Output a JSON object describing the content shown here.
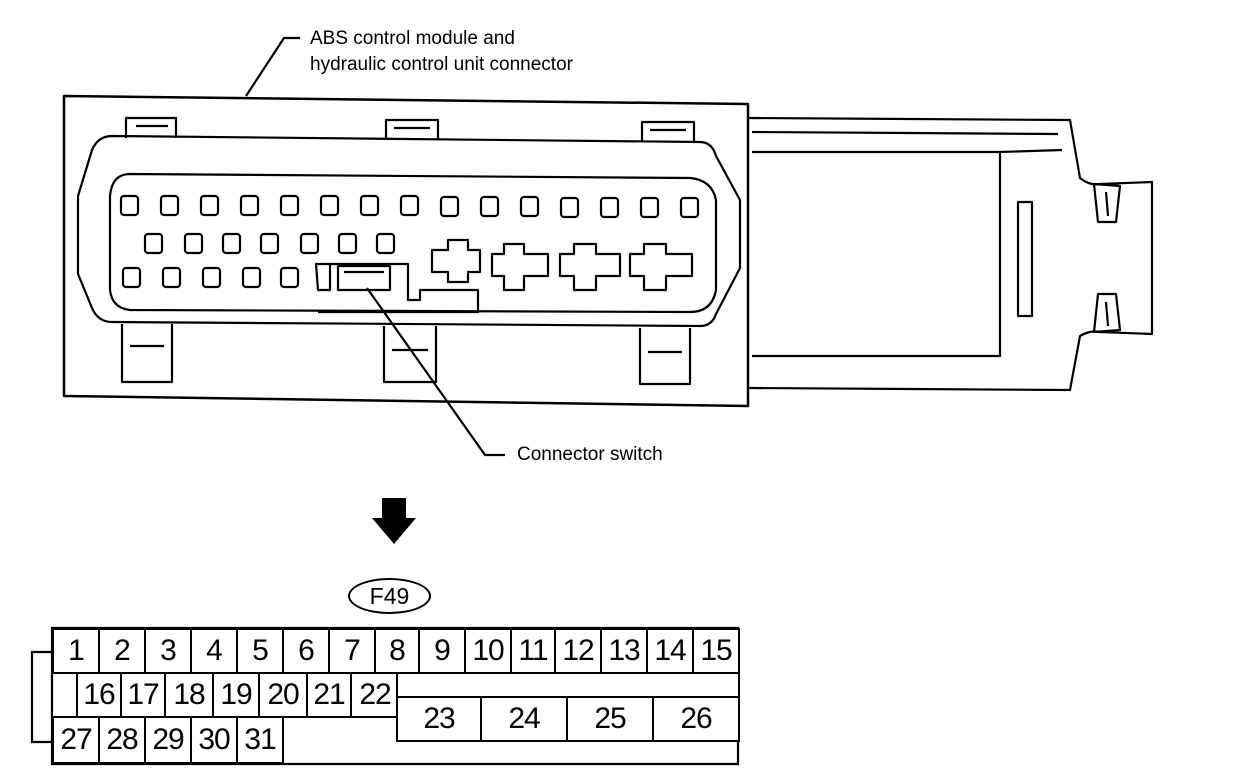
{
  "callouts": {
    "module_line1": "ABS control module and",
    "module_line2": "hydraulic control unit connector",
    "switch": "Connector switch"
  },
  "connector_id": "F49",
  "terminals": {
    "row1": [
      "1",
      "2",
      "3",
      "4",
      "5",
      "6",
      "7",
      "8",
      "9",
      "10",
      "11",
      "12",
      "13",
      "14",
      "15"
    ],
    "row2": [
      "16",
      "17",
      "18",
      "19",
      "20",
      "21",
      "22"
    ],
    "row3": [
      "27",
      "28",
      "29",
      "30",
      "31"
    ],
    "large": [
      "23",
      "24",
      "25",
      "26"
    ]
  },
  "colors": {
    "line": "#000000",
    "background": "#ffffff"
  },
  "icons": {
    "arrow": "down-arrow-icon"
  }
}
